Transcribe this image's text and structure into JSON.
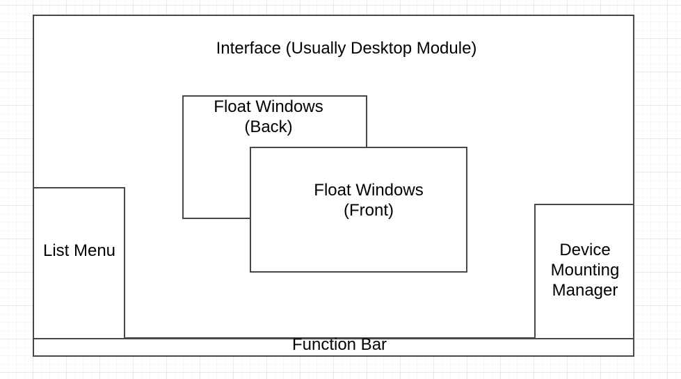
{
  "colors": {
    "canvas_background": "#ffffff",
    "grid_minor": "#f6f6f6",
    "grid_major": "#e9e9e9",
    "node_stroke": "#474747",
    "node_fill": "#ffffff",
    "text": "#000000"
  },
  "diagram": {
    "interface": {
      "label": "Interface (Usually Desktop Module)"
    },
    "float_back": {
      "line1": "Float Windows",
      "line2": "(Back)"
    },
    "float_front": {
      "line1": "Float Windows",
      "line2": "(Front)"
    },
    "list_menu": {
      "label": "List Menu"
    },
    "device_mounting_manager": {
      "line1": "Device",
      "line2": "Mounting",
      "line3": "Manager"
    },
    "function_bar": {
      "label": "Function Bar"
    }
  }
}
